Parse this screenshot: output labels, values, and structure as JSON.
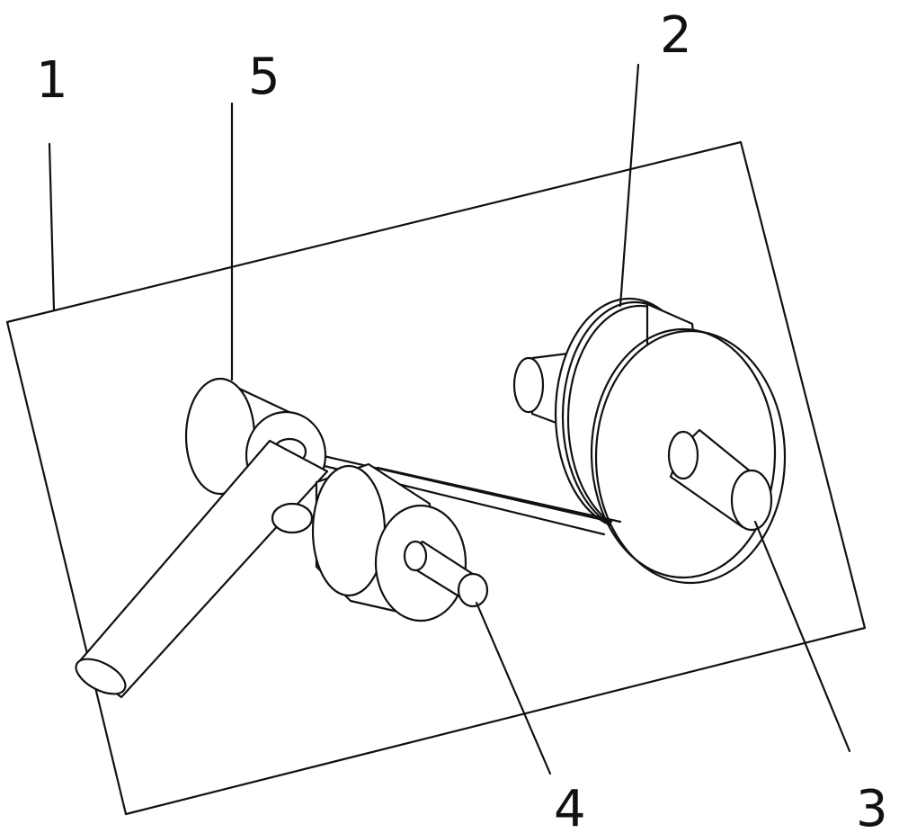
{
  "labels": {
    "plate": "1",
    "pulley": "2",
    "driven_shaft": "3",
    "drive_shaft": "4",
    "roller_assembly": "5"
  }
}
